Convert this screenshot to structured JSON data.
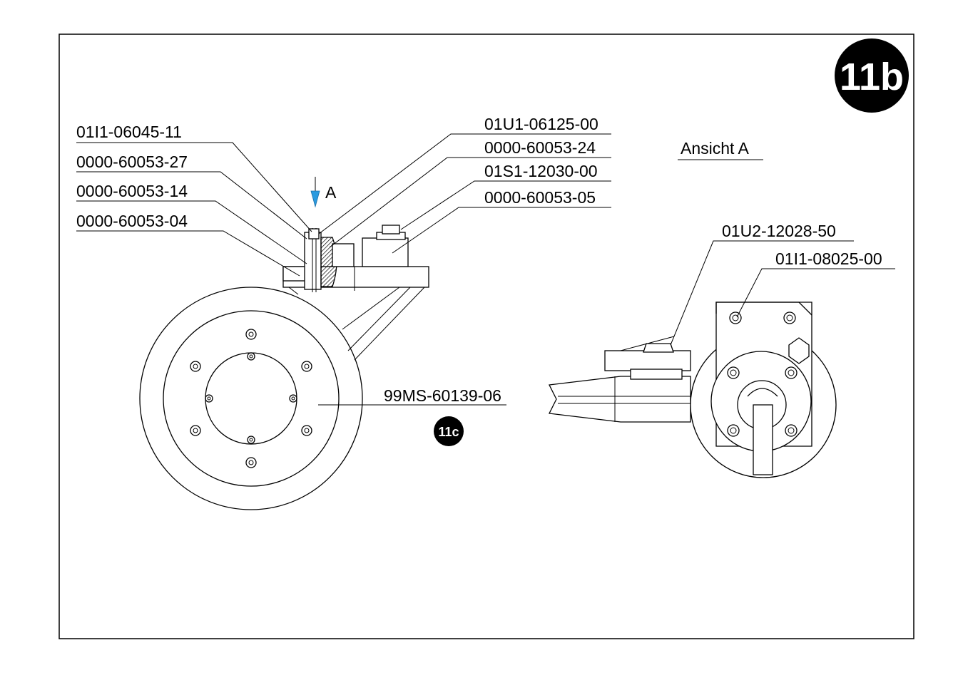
{
  "sheet_badge": "11b",
  "ref_badge": "11c",
  "view_label": "Ansicht A",
  "arrow_label": "A",
  "colors": {
    "arrow": "#2b9be0",
    "badge": "#000000",
    "line": "#000000"
  },
  "part_labels": {
    "p1": "01I1-06045-11",
    "p2": "0000-60053-27",
    "p3": "0000-60053-14",
    "p4": "0000-60053-04",
    "p5": "01U1-06125-00",
    "p6": "0000-60053-24",
    "p7": "01S1-12030-00",
    "p8": "0000-60053-05",
    "p9": "01U2-12028-50",
    "p10": "01I1-08025-00",
    "p11": "99MS-60139-06"
  }
}
